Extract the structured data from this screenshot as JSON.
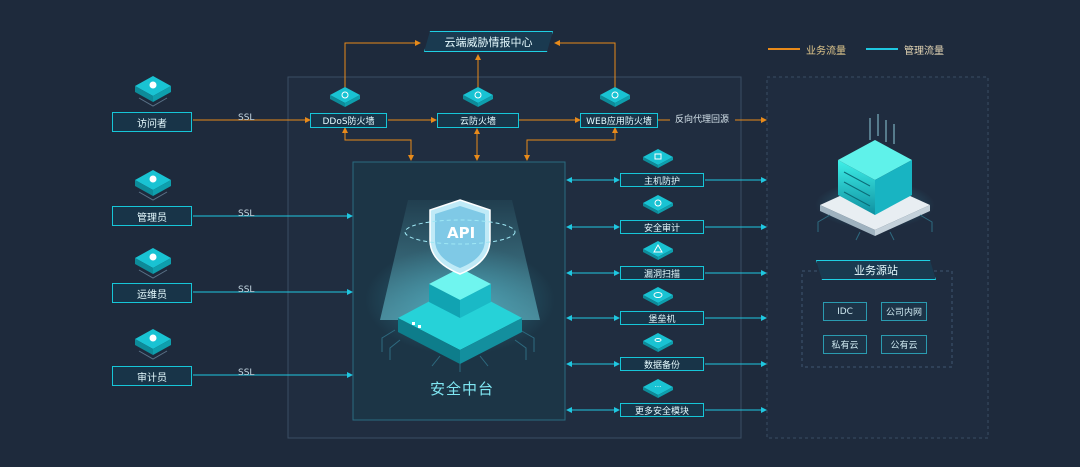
{
  "legend": {
    "business": {
      "label": "业务流量",
      "color": "#e88a1a"
    },
    "management": {
      "label": "管理流量",
      "color": "#1fc7e0"
    }
  },
  "top": {
    "threat_center": "云端威胁情报中心"
  },
  "firewalls": {
    "ddos": "DDoS防火墙",
    "cloud": "云防火墙",
    "web": "WEB应用防火墙"
  },
  "reverse_proxy": "反向代理回源",
  "roles": [
    "访问者",
    "管理员",
    "运维员",
    "审计员"
  ],
  "ssl": "SSL",
  "core": {
    "title": "安全中台",
    "api": "API"
  },
  "modules": [
    "主机防护",
    "安全审计",
    "漏洞扫描",
    "堡垒机",
    "数据备份",
    "更多安全模块"
  ],
  "origin": {
    "title": "业务源站",
    "items": [
      "IDC",
      "公司内网",
      "私有云",
      "公有云"
    ]
  },
  "colors": {
    "bg": "#1e2a3c",
    "accent": "#16c6d8",
    "panel": "#202d40",
    "orange": "#e88a1a",
    "blue": "#1fc7e0"
  }
}
